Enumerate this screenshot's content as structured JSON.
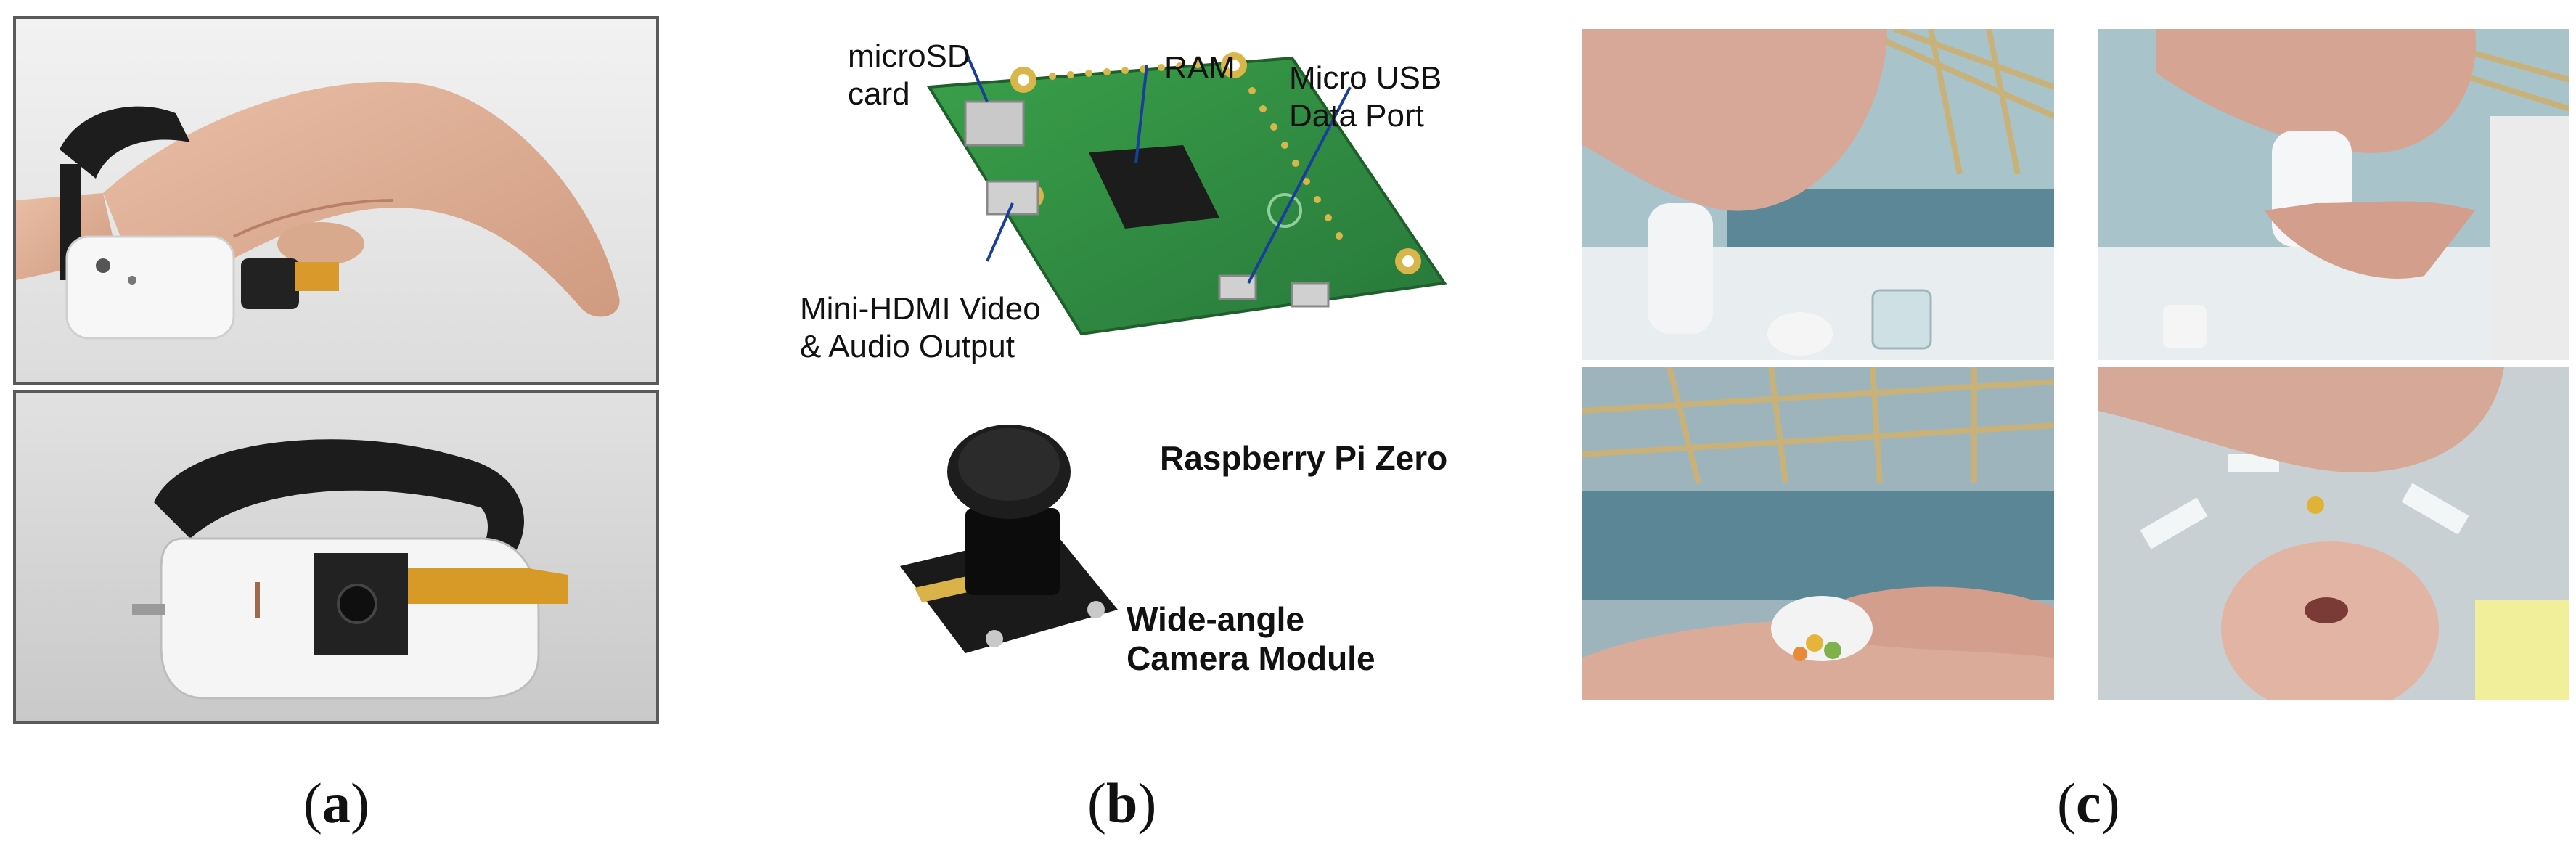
{
  "panels": {
    "a": {
      "caption": "a"
    },
    "b": {
      "caption": "b",
      "labels": {
        "microsd_line1": "microSD",
        "microsd_line2": "card",
        "ram": "RAM",
        "usb_line1": "Micro USB",
        "usb_line2": "Data Port",
        "hdmi_line1": "Mini-HDMI Video",
        "hdmi_line2": "& Audio Output",
        "board_name": "Raspberry Pi Zero",
        "camera_line1": "Wide-angle",
        "camera_line2": "Camera Module"
      }
    },
    "c": {
      "caption": "c"
    }
  },
  "colors": {
    "pcb_green": "#2f8a3a",
    "pad_gold": "#d8b64a",
    "frame_gray": "#5a5a5a"
  }
}
